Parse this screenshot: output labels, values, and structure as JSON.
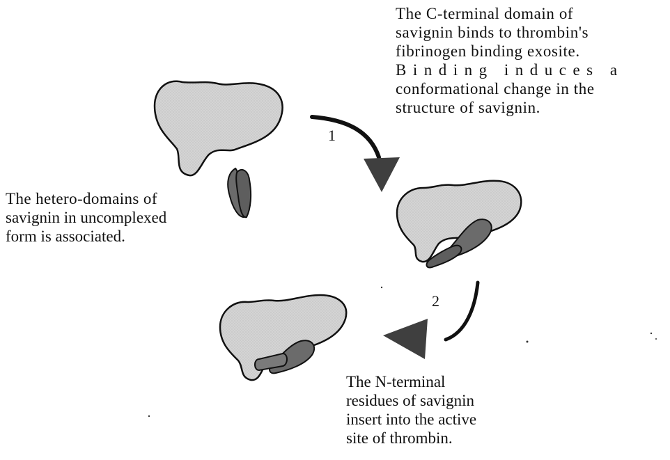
{
  "captions": {
    "top": [
      "The C-terminal domain of",
      "savignin  binds to thrombin's",
      "fibrinogen binding exosite.",
      "Binding induces a",
      "conformational change in the",
      "structure of savignin."
    ],
    "left": [
      "The hetero-domains of",
      "savignin in uncomplexed",
      "form is associated."
    ],
    "bottom": [
      "The N-terminal",
      "residues of savignin",
      "insert into the active",
      "site of thrombin."
    ]
  },
  "steps": {
    "step1": "1",
    "step2": "2"
  },
  "colors": {
    "thrombin_fill": "#cfcfcf",
    "domain_fill": "#6b6b6b",
    "arrow": "#444444",
    "outline": "#111111"
  }
}
